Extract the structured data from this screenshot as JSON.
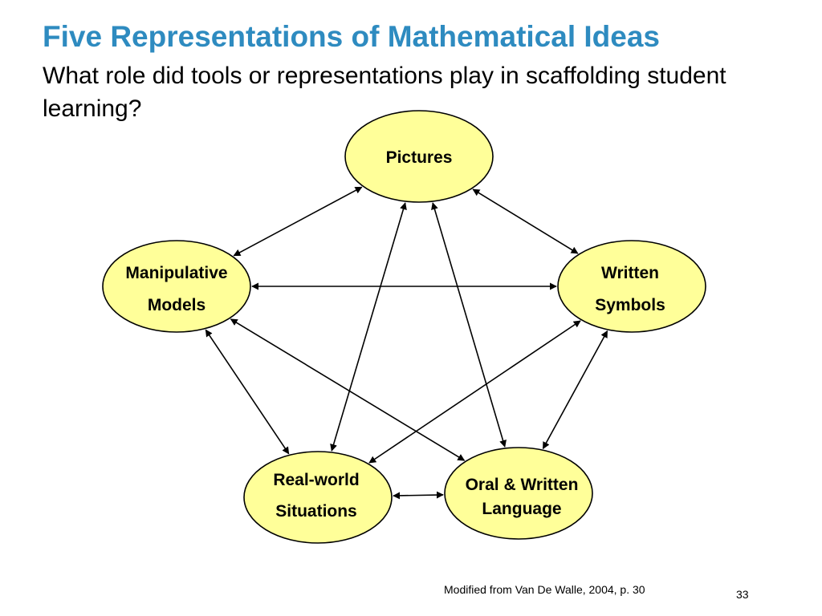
{
  "slide": {
    "title": "Five Representations of Mathematical Ideas",
    "subtitle": "What role did tools or representations play in scaffolding student learning?",
    "citation": "Modified from Van De Walle, 2004, p. 30",
    "page_number": "33"
  },
  "colors": {
    "title": "#2e8bc0",
    "node_fill": "#ffff99",
    "node_stroke": "#000000",
    "connector": "#000000"
  },
  "diagram": {
    "nodes": [
      {
        "id": "pictures",
        "lines": [
          "Pictures"
        ]
      },
      {
        "id": "manipulative-models",
        "lines": [
          "Manipulative",
          "Models"
        ]
      },
      {
        "id": "written-symbols",
        "lines": [
          "Written",
          "Symbols"
        ]
      },
      {
        "id": "real-world-situations",
        "lines": [
          "Real-world",
          "Situations"
        ]
      },
      {
        "id": "oral-written-language",
        "lines": [
          "Oral & Written",
          "Language"
        ]
      }
    ],
    "connections": [
      {
        "from": "pictures",
        "to": "manipulative-models"
      },
      {
        "from": "pictures",
        "to": "written-symbols"
      },
      {
        "from": "pictures",
        "to": "real-world-situations"
      },
      {
        "from": "pictures",
        "to": "oral-written-language"
      },
      {
        "from": "manipulative-models",
        "to": "written-symbols"
      },
      {
        "from": "manipulative-models",
        "to": "real-world-situations"
      },
      {
        "from": "manipulative-models",
        "to": "oral-written-language"
      },
      {
        "from": "written-symbols",
        "to": "real-world-situations"
      },
      {
        "from": "written-symbols",
        "to": "oral-written-language"
      },
      {
        "from": "real-world-situations",
        "to": "oral-written-language"
      }
    ]
  }
}
